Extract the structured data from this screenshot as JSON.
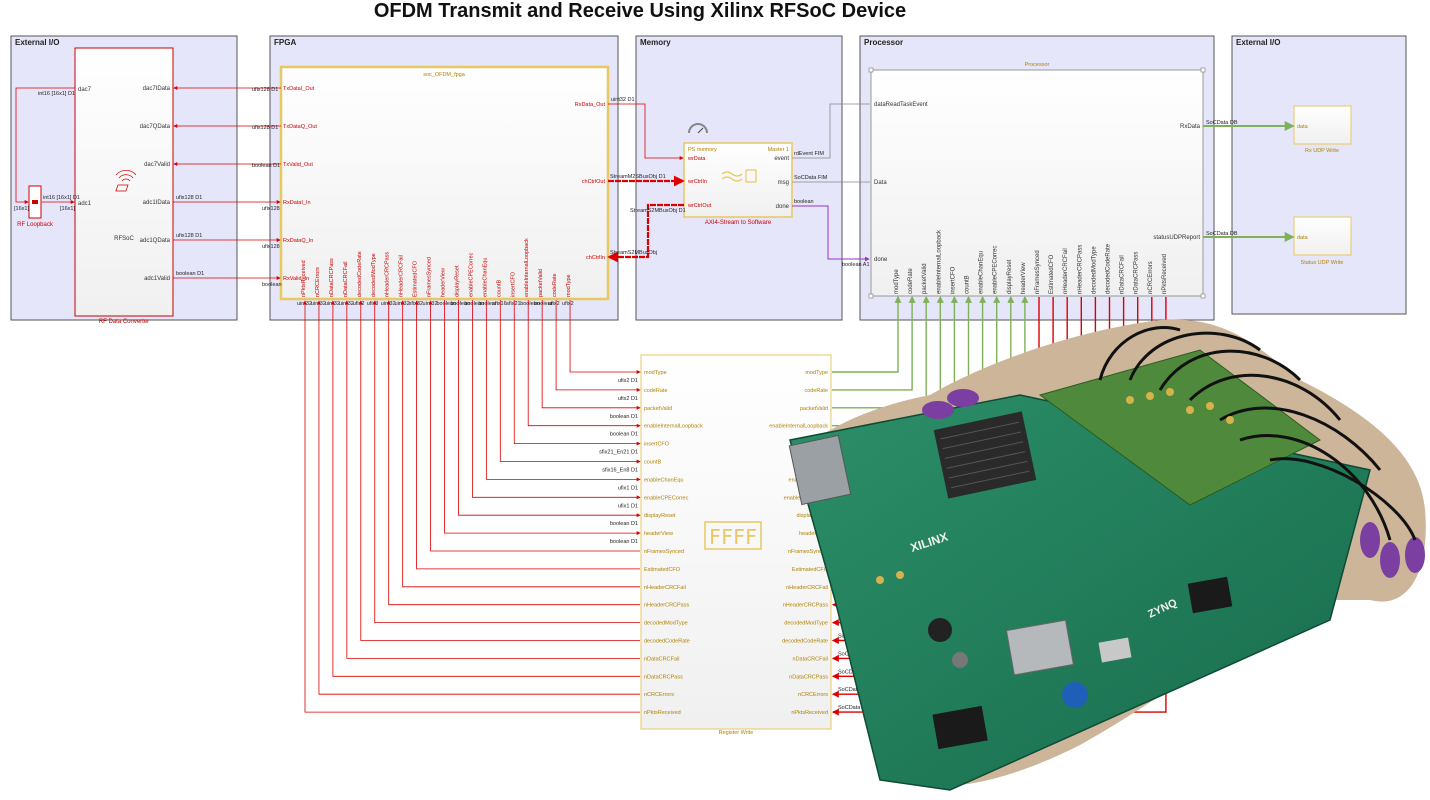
{
  "title": "OFDM Transmit and Receive Using Xilinx RFSoC Device",
  "areas": {
    "ext_io_left": "External I/O",
    "fpga": "FPGA",
    "memory": "Memory",
    "processor": "Processor",
    "ext_io_right": "External I/O"
  },
  "rf_converter": {
    "name": "RFSoC",
    "caption": "RF Data Converter",
    "ports_right": [
      "dac7IData",
      "dac7QData",
      "dac7Valid",
      "adc1IData",
      "adc1QData",
      "adc1Valid"
    ],
    "ports_left": [
      "dac7",
      "adc1"
    ],
    "dtypes": [
      "ufix128 D1",
      "ufix128 D1",
      "boolean",
      "ufix128 D1",
      "ufix128 D1",
      "boolean D1"
    ],
    "loop_label": "RF Loopback",
    "loop_dtypes": [
      "int16 [16x1] D1",
      "int16 [16x1] D1",
      "[16x1]",
      "[16x1]"
    ]
  },
  "fpga_block": {
    "name": "soc_OFDM_fpga",
    "outputs": [
      "TxDataI_Out",
      "TxDataQ_Out",
      "TxValid_Out"
    ],
    "inputs": [
      "RxDataI_In",
      "RxDataQ_In",
      "RxValid_In"
    ],
    "right_ports": [
      "RxData_Out",
      "chCtrlOut",
      "chCtrlIn"
    ],
    "right_dtypes": [
      "uint32 D1",
      "StreamM2SBusObj D1",
      "StreamS2MBusObj D1",
      "StreamS2MBusObj"
    ],
    "in_dtypes": [
      "ufix128",
      "ufix128",
      "boolean"
    ],
    "out_dtypes_left": [
      "ufix128 D1",
      "ufix128 D1",
      "boolean D1"
    ],
    "bottom_ports": [
      "nPktsReceived",
      "nCRCErrors",
      "nDataCRCPass",
      "nDataCRCFail",
      "decodedCodeRate",
      "decodedModType",
      "nHeaderCRCPass",
      "nHeaderCRCFail",
      "EstimatedCFO",
      "nFramesSynced",
      "headerView",
      "displayReset",
      "enableCPECorrec",
      "enableChanEqu",
      "countB",
      "insertCFO",
      "enableInternalLoopback",
      "packetValid",
      "codeRate",
      "modType"
    ],
    "bottom_dtypes": [
      "uint32",
      "uint32",
      "uint32",
      "uint32",
      "ufix2",
      "ufix3",
      "uint32",
      "uint32",
      "sfix32",
      "uint32",
      "boolean",
      "boolean",
      "boolean",
      "boolean",
      "sfix16",
      "sfix21",
      "boolean",
      "boolean",
      "ufix2",
      "ufix2"
    ]
  },
  "memory_block": {
    "name": "AXI4-Stream to Software",
    "ps_memory": "PS memory",
    "master": "Master 1",
    "ports_left": [
      "wrData",
      "wrCtrlIn",
      "wrCtrlOut"
    ],
    "ports_right": [
      "event",
      "msg",
      "done"
    ],
    "out_dtypes": [
      "rdEvent FIM",
      "SoCData FIM",
      "boolean",
      "boolean A1"
    ]
  },
  "processor_block": {
    "name": "Processor",
    "ports_left": [
      "dataReadTaskEvent",
      "Data",
      "done"
    ],
    "ports_right": [
      "RxData",
      "statusUDPReport"
    ],
    "bottom_ports": [
      "modType",
      "codeRate",
      "packetValid",
      "enableInternalLoopback",
      "insertCFO",
      "countB",
      "enableChanEqu",
      "enableCPECorrec",
      "displayReset",
      "headerView",
      "nFramesSynced",
      "EstimatedCFO",
      "nHeaderCRCFail",
      "nHeaderCRCPass",
      "decodedModType",
      "decodedCodeRate",
      "nDataCRCFail",
      "nDataCRCPass",
      "nCRCErrors",
      "nPktsReceived"
    ]
  },
  "udp": {
    "rx_caption": "Rx UDP Write",
    "status_caption": "Status UDP Write",
    "port": "data",
    "dtypes": [
      "SoCData DB",
      "SoCData DB"
    ]
  },
  "register_write": {
    "caption": "Register Write",
    "display": "FFFF",
    "left_ports": [
      "modType",
      "codeRate",
      "packetValid",
      "enableInternalLoopback",
      "insertCFO",
      "countB",
      "enableChanEqu",
      "enableCPECorrec",
      "displayReset",
      "headerView",
      "nFramesSynced",
      "EstimatedCFO",
      "nHeaderCRCFail",
      "nHeaderCRCPass",
      "decodedModType",
      "decodedCodeRate",
      "nDataCRCFail",
      "nDataCRCPass",
      "nCRCErrors",
      "nPktsReceived"
    ],
    "left_dtypes": [
      "ufix2 D1",
      "ufix2 D1",
      "boolean D1",
      "boolean D1",
      "sfix21_En21 D1",
      "sfix16_En8 D1",
      "ufix1 D1",
      "ufix1 D1",
      "boolean D1",
      "boolean D1"
    ],
    "right_dtypes": [
      "SoCData D1",
      "SoCData D1",
      "SoCData D1",
      "SoCData D1",
      "SoCData D1",
      "SoCData D1",
      "SoCData D1"
    ]
  },
  "board": {
    "brand": "XILINX",
    "chip": "ZYNQ"
  },
  "colors": {
    "area_fill": "#e6e6fa",
    "signal_red": "#dd0000",
    "signal_green": "#7fb15a",
    "signal_purple": "#9932cc",
    "block_yellow": "#e8c860",
    "board_green": "#1f7f5c"
  }
}
